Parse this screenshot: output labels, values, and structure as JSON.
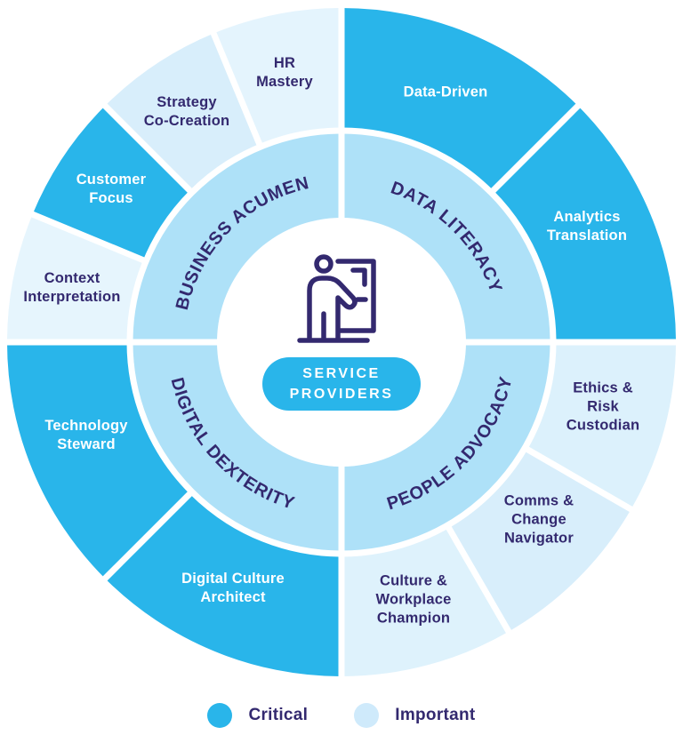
{
  "theme": {
    "navy": "#33296f",
    "critical": "#29b5ea"
  },
  "center": {
    "badge_label": "SERVICE\nPROVIDERS",
    "icon": "presenter-at-board-icon",
    "icon_color": "#33296f"
  },
  "quadrants": [
    {
      "label": "BUSINESS ACUMEN",
      "color": "#aee1f8"
    },
    {
      "label": "DATA LITERACY",
      "color": "#aee1f8"
    },
    {
      "label": "DIGITAL DEXTERITY",
      "color": "#aee1f8"
    },
    {
      "label": "PEOPLE ADVOCACY",
      "color": "#aee1f8"
    }
  ],
  "segments": [
    {
      "label": "Data-Driven",
      "level": "critical",
      "color": "#29b5ea"
    },
    {
      "label": "Analytics\nTranslation",
      "level": "critical",
      "color": "#29b5ea"
    },
    {
      "label": "Ethics &\nRisk\nCustodian",
      "level": "important",
      "color": "#dcf1fc"
    },
    {
      "label": "Comms &\nChange\nNavigator",
      "level": "important",
      "color": "#d8eefb"
    },
    {
      "label": "Culture &\nWorkplace\nChampion",
      "level": "important",
      "color": "#def2fc"
    },
    {
      "label": "Digital Culture\nArchitect",
      "level": "critical",
      "color": "#29b5ea"
    },
    {
      "label": "Technology\nSteward",
      "level": "critical",
      "color": "#29b5ea"
    },
    {
      "label": "Context\nInterpretation",
      "level": "important",
      "color": "#e6f5fd"
    },
    {
      "label": "Customer\nFocus",
      "level": "critical",
      "color": "#29b5ea"
    },
    {
      "label": "Strategy\nCo-Creation",
      "level": "important",
      "color": "#d8eefb"
    },
    {
      "label": "HR\nMastery",
      "level": "important",
      "color": "#e4f4fd"
    }
  ],
  "legend": {
    "items": [
      {
        "label": "Critical",
        "color": "#29b5ea"
      },
      {
        "label": "Important",
        "color": "#cfeafb"
      }
    ]
  }
}
